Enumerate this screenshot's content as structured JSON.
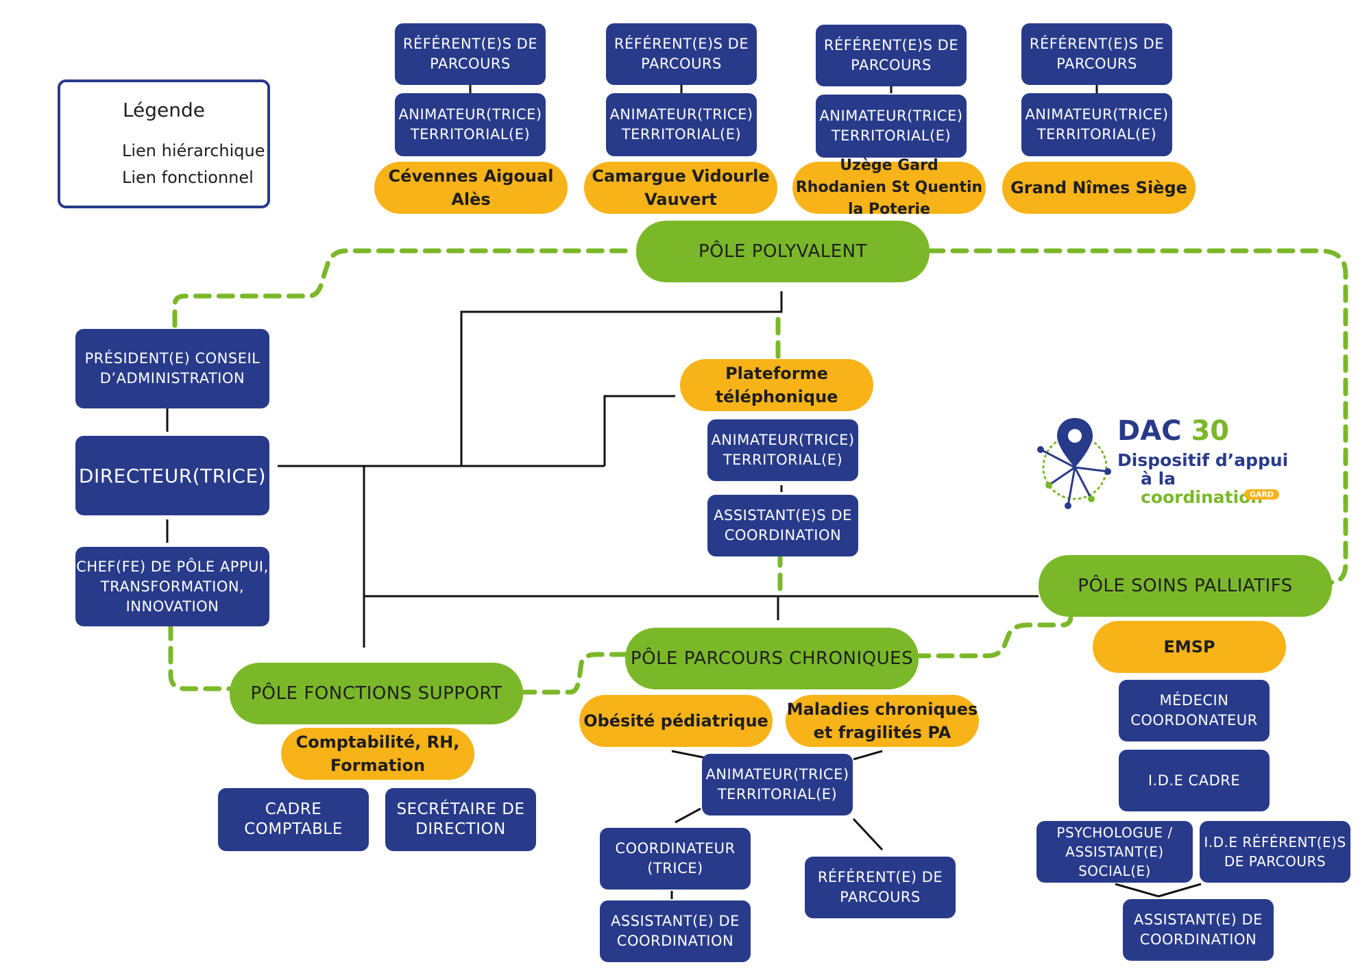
{
  "legend": {
    "title": "Légende",
    "hierarchical": "Lien hiérarchique",
    "functional": "Lien fonctionnel"
  },
  "colors": {
    "navy": "#283a8a",
    "orange": "#f8b319",
    "green": "#7ab829",
    "line": "#111111"
  },
  "territories": [
    {
      "referent": "RÉFÉRENT(E)S DE PARCOURS",
      "animator": "ANIMATEUR(TRICE) TERRITORIAL(E)",
      "name": "Cévennes Aigoual Alès"
    },
    {
      "referent": "RÉFÉRENT(E)S DE PARCOURS",
      "animator": "ANIMATEUR(TRICE) TERRITORIAL(E)",
      "name": "Camargue Vidourle Vauvert"
    },
    {
      "referent": "RÉFÉRENT(E)S DE PARCOURS",
      "animator": "ANIMATEUR(TRICE) TERRITORIAL(E)",
      "name": "Uzège Gard Rhodanien St Quentin la Poterie"
    },
    {
      "referent": "RÉFÉRENT(E)S DE PARCOURS",
      "animator": "ANIMATEUR(TRICE) TERRITORIAL(E)",
      "name": "Grand Nîmes Siège"
    }
  ],
  "poles": {
    "polyvalent": "PÔLE POLYVALENT",
    "palliatifs": "PÔLE SOINS PALLIATIFS",
    "chroniques": "PÔLE PARCOURS CHRONIQUES",
    "support": "PÔLE FONCTIONS SUPPORT"
  },
  "governance": {
    "president": "PRÉSIDENT(E) CONSEIL D’ADMINISTRATION",
    "director": "DIRECTEUR(TRICE)",
    "chief": "CHEF(FE) DE PÔLE APPUI, TRANSFORMATION, INNOVATION"
  },
  "platform": {
    "name": "Plateforme téléphonique",
    "animator": "ANIMATEUR(TRICE) TERRITORIAL(E)",
    "assistants": "ASSISTANT(E)S DE COORDINATION"
  },
  "support": {
    "team": "Comptabilité, RH, Formation",
    "accountant": "CADRE COMPTABLE",
    "secretary": "SECRÉTAIRE DE DIRECTION"
  },
  "chroniques": {
    "obesity": "Obésité pédiatrique",
    "chronic": "Maladies chroniques et fragilités PA",
    "animator": "ANIMATEUR(TRICE) TERRITORIAL(E)",
    "coordinator": "COORDINATEUR (TRICE)",
    "assistant": "ASSISTANT(E) DE COORDINATION",
    "referent": "RÉFÉRENT(E) DE PARCOURS"
  },
  "palliatifs": {
    "emsp": "EMSP",
    "doctor": "MÉDECIN COORDONATEUR",
    "ide": "I.D.E CADRE",
    "psy": "PSYCHOLOGUE / ASSISTANT(E) SOCIAL(E)",
    "ide_ref": "I.D.E RÉFÉRENT(E)S DE PARCOURS",
    "assistant": "ASSISTANT(E) DE COORDINATION"
  },
  "logo": {
    "name": "DAC",
    "number": "30",
    "line1": "Dispositif d’appui",
    "line2a": "à la",
    "line2b": "coordination",
    "badge": "GARD"
  }
}
